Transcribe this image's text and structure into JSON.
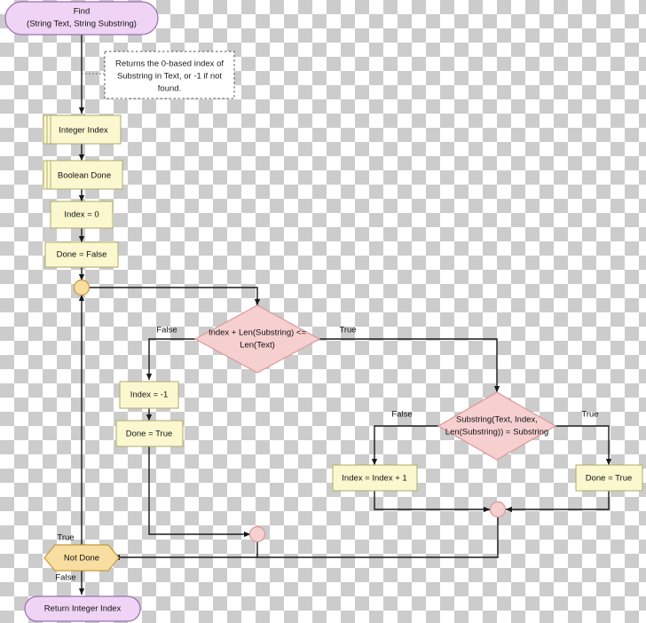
{
  "diagram": {
    "title": "Find (String Text, String Substring) flowchart",
    "colors": {
      "terminal_fill": "#efd4f5",
      "terminal_stroke": "#9a6fb0",
      "process_fill": "#fbf8d0",
      "process_stroke": "#b5b072",
      "decision_fill": "#f6cfd0",
      "decision_stroke": "#d9989a",
      "hexagon_fill": "#f8dea0",
      "hexagon_stroke": "#c49a3e",
      "merge_pink_fill": "#f6cfd0",
      "merge_pink_stroke": "#d9989a",
      "merge_orange_fill": "#f8dea0",
      "merge_orange_stroke": "#c49a3e",
      "edge": "#1a1a1a",
      "comment_stroke": "#555555",
      "comment_fill": "#ffffff"
    },
    "nodes": {
      "start": {
        "line1": "Find",
        "line2": "(String Text, String Substring)"
      },
      "comment": {
        "line1": "Returns the 0-based index of",
        "line2": "Substring in Text, or -1 if not",
        "line3": "found."
      },
      "declare_index": {
        "label": "Integer Index"
      },
      "declare_done": {
        "label": "Boolean Done"
      },
      "init_index": {
        "label": "Index = 0"
      },
      "init_done": {
        "label": "Done = False"
      },
      "decision_bounds": {
        "line1": "Index + Len(Substring) <=",
        "line2": "Len(Text)"
      },
      "decision_match": {
        "line1": "Substring(Text, Index,",
        "line2": "Len(Substring)) = Substring"
      },
      "set_index_neg1": {
        "label": "Index = -1"
      },
      "set_done_true_left": {
        "label": "Done = True"
      },
      "increment_index": {
        "label": "Index = Index + 1"
      },
      "set_done_true_right": {
        "label": "Done = True"
      },
      "loop_test": {
        "label": "Not Done"
      },
      "end": {
        "label": "Return Integer Index"
      }
    },
    "edge_labels": {
      "bounds_false": "False",
      "bounds_true": "True",
      "match_false": "False",
      "match_true": "True",
      "loop_true": "True",
      "loop_false": "False"
    }
  }
}
